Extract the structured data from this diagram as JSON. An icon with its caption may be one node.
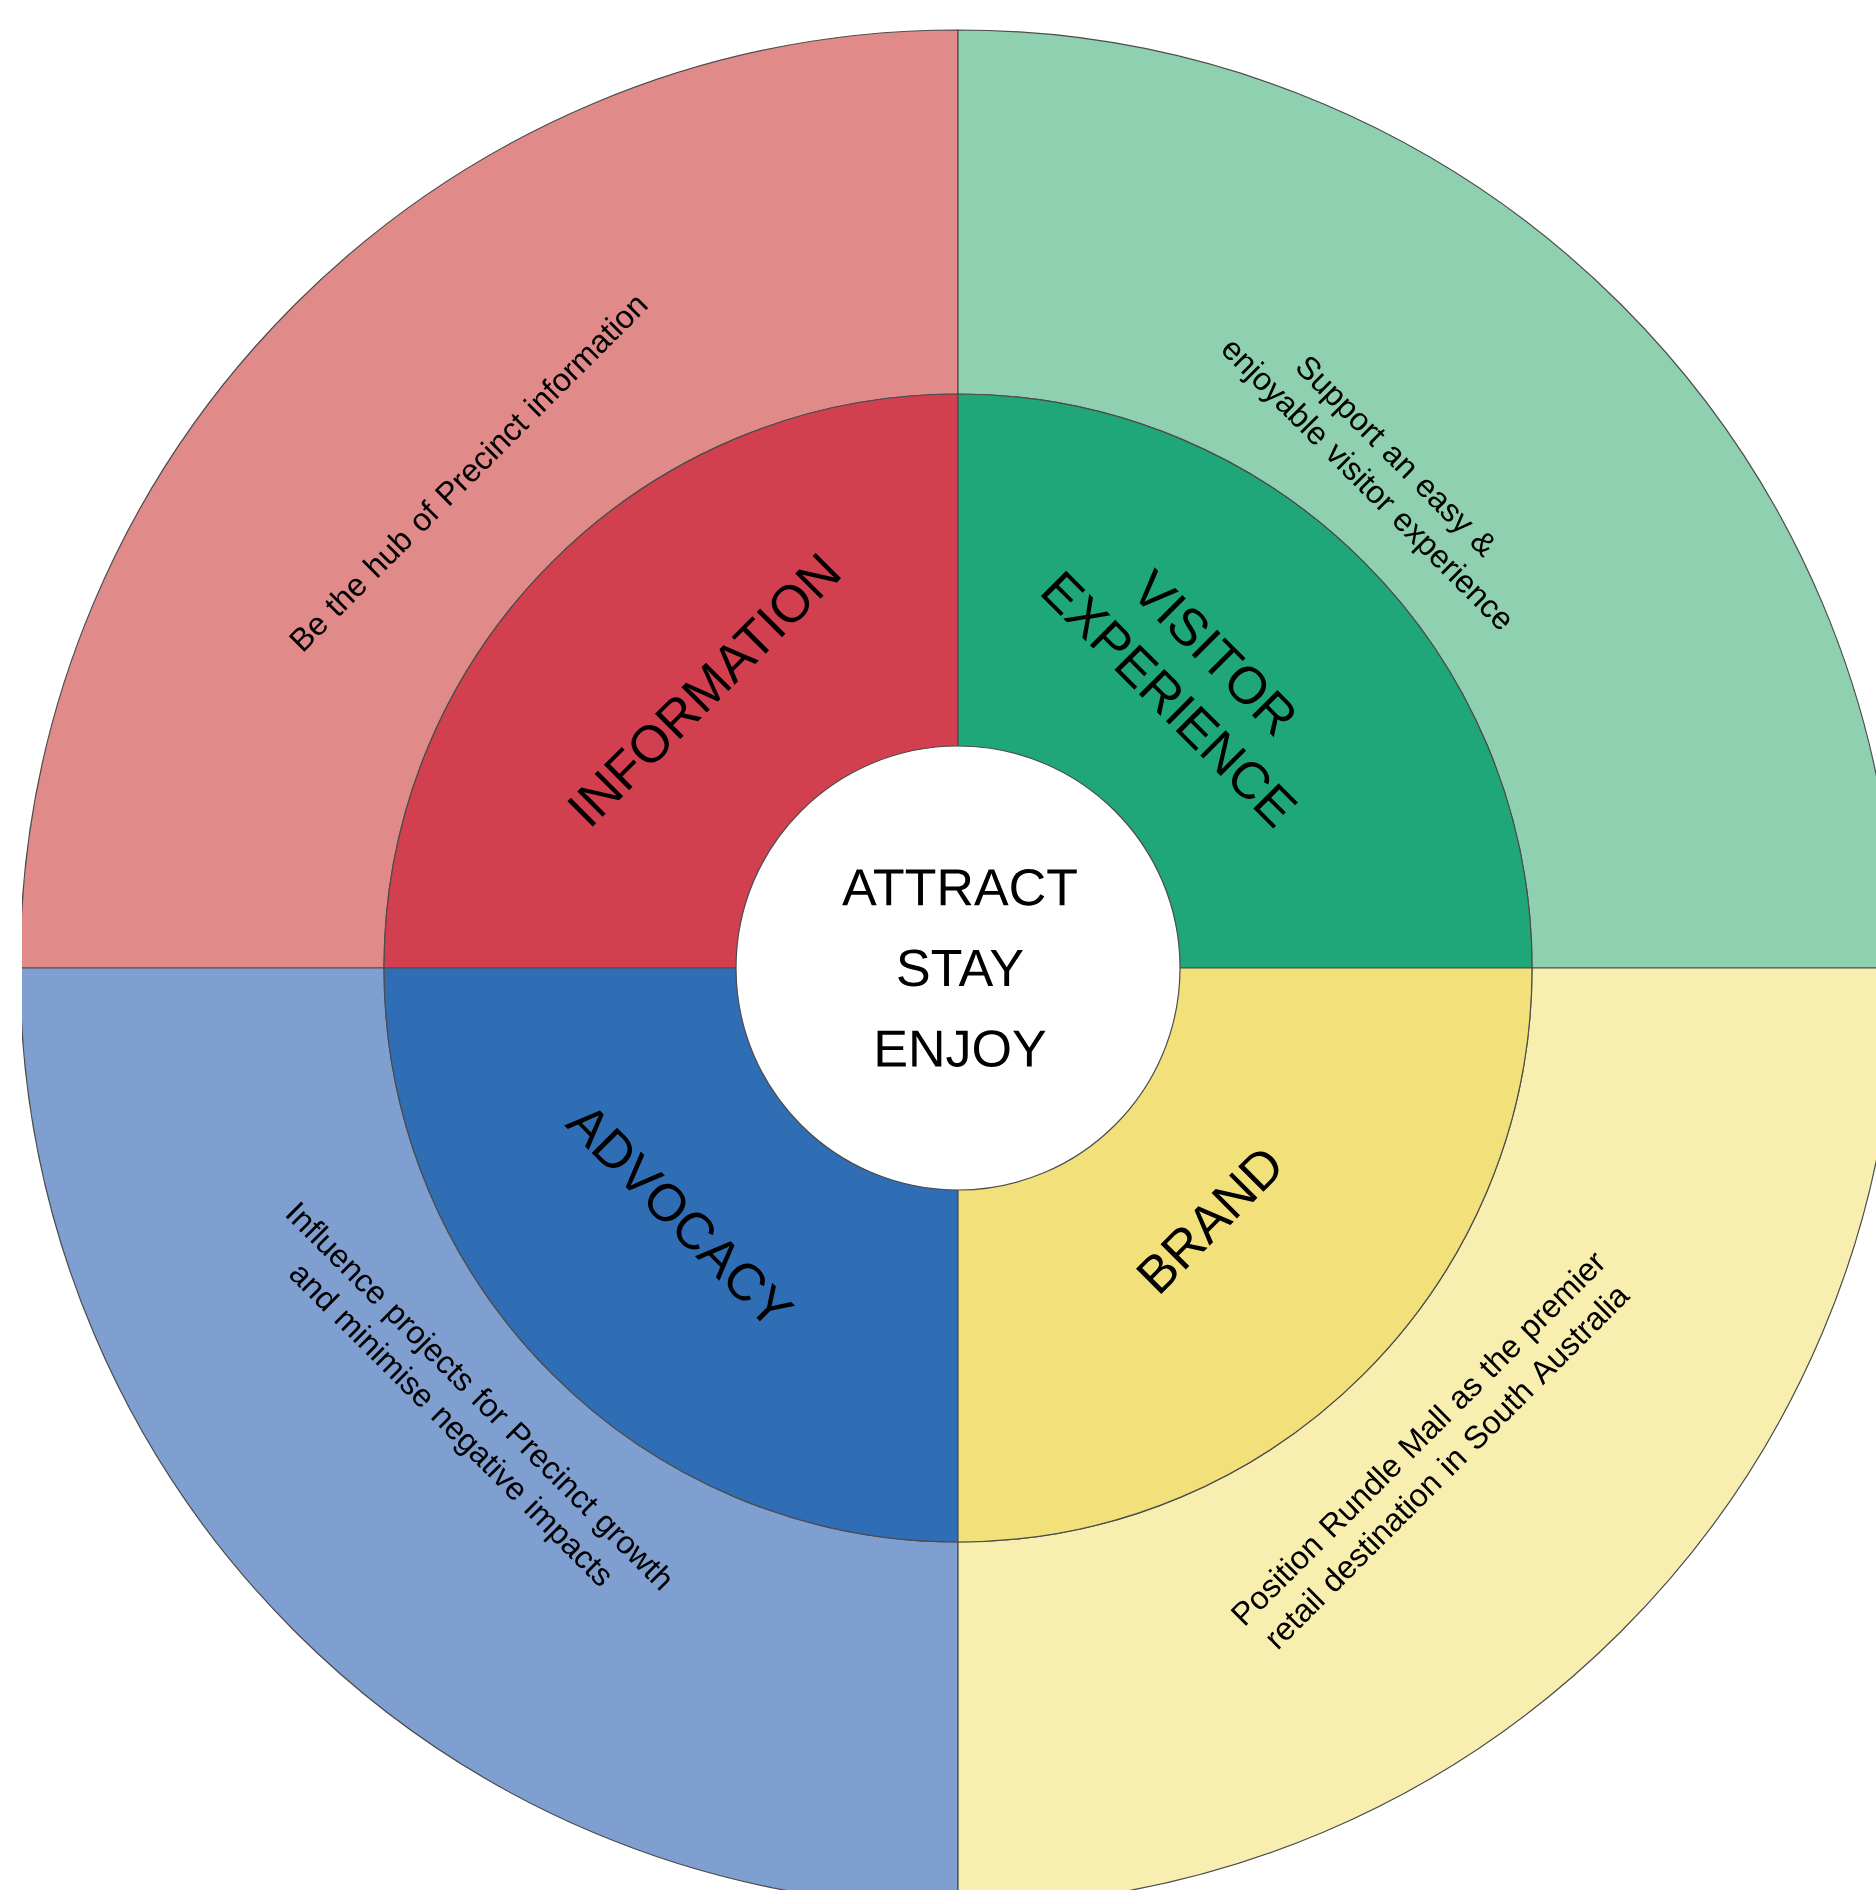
{
  "diagram": {
    "nodes": [
      {
        "text": [
          "ATTRACT STAY ENJOY"
        ]
      },
      {
        "text": [
          "INFORMATION"
        ]
      },
      {
        "text": [
          "VISITOR EXPERIENCE"
        ]
      },
      {
        "text": [
          "ADVOCACY"
        ]
      },
      {
        "text": [
          "BRAND"
        ]
      },
      {
        "text": [
          "Be the hub of Precinct information"
        ]
      },
      {
        "text": [
          "Support an easy & enjoyable visitor experience"
        ]
      },
      {
        "text": [
          "Influence projects for Precinct growth and minimise negative impacts"
        ]
      },
      {
        "text": [
          "Position Rundle Mall as the premier retail destination in South Australia"
        ]
      }
    ]
  }
}
